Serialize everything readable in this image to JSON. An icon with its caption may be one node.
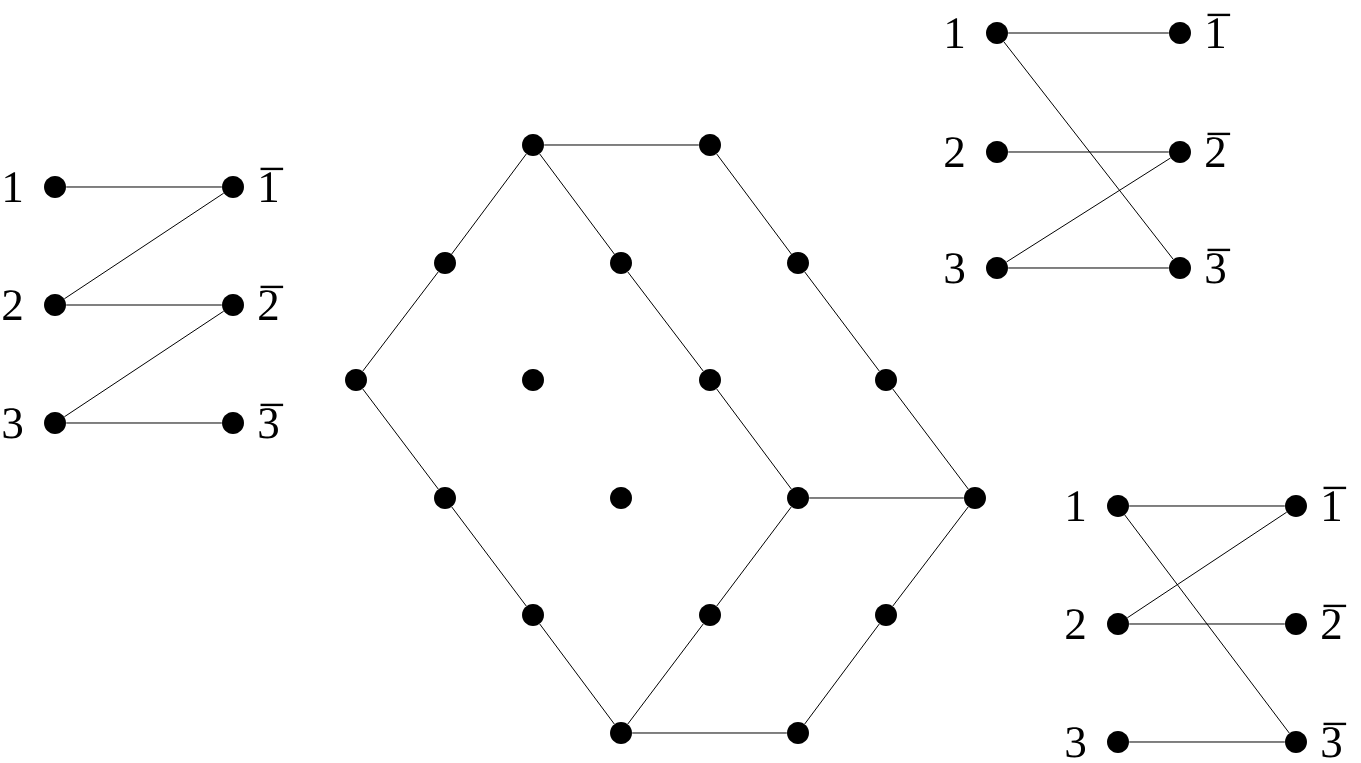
{
  "diagram": {
    "nodes": [
      {
        "text": [],
        "shape": "circle",
        "beside": [
          "1"
        ]
      },
      {
        "text": [],
        "shape": "circle",
        "beside": [
          "1̅"
        ]
      },
      {
        "text": [],
        "shape": "circle",
        "beside": [
          "2"
        ]
      },
      {
        "text": [],
        "shape": "circle",
        "beside": [
          "2̅"
        ]
      },
      {
        "text": [],
        "shape": "circle",
        "beside": [
          "3"
        ]
      },
      {
        "text": [],
        "shape": "circle",
        "beside": [
          "3̅"
        ]
      },
      {
        "text": [],
        "shape": "circle"
      },
      {
        "text": [],
        "shape": "circle"
      },
      {
        "text": [],
        "shape": "circle"
      },
      {
        "text": [],
        "shape": "circle"
      },
      {
        "text": [],
        "shape": "circle"
      },
      {
        "text": [],
        "shape": "circle"
      },
      {
        "text": [],
        "shape": "circle"
      },
      {
        "text": [],
        "shape": "circle"
      },
      {
        "text": [],
        "shape": "circle"
      },
      {
        "text": [],
        "shape": "circle"
      },
      {
        "text": [],
        "shape": "circle"
      },
      {
        "text": [],
        "shape": "circle"
      },
      {
        "text": [],
        "shape": "circle"
      },
      {
        "text": [],
        "shape": "circle"
      },
      {
        "text": [],
        "shape": "circle"
      },
      {
        "text": [],
        "shape": "circle"
      },
      {
        "text": [],
        "shape": "circle"
      },
      {
        "text": [],
        "shape": "circle"
      },
      {
        "text": [],
        "shape": "circle",
        "beside": [
          "1"
        ]
      },
      {
        "text": [],
        "shape": "circle",
        "beside": [
          "1̅"
        ]
      },
      {
        "text": [],
        "shape": "circle",
        "beside": [
          "2"
        ]
      },
      {
        "text": [],
        "shape": "circle",
        "beside": [
          "2̅"
        ]
      },
      {
        "text": [],
        "shape": "circle",
        "beside": [
          "3"
        ]
      },
      {
        "text": [],
        "shape": "circle",
        "beside": [
          "3̅"
        ]
      },
      {
        "text": [],
        "shape": "circle",
        "beside": [
          "1"
        ]
      },
      {
        "text": [],
        "shape": "circle",
        "beside": [
          "1̅"
        ]
      },
      {
        "text": [],
        "shape": "circle",
        "beside": [
          "2"
        ]
      },
      {
        "text": [],
        "shape": "circle",
        "beside": [
          "2̅"
        ]
      },
      {
        "text": [],
        "shape": "circle",
        "beside": [
          "3"
        ]
      },
      {
        "text": [],
        "shape": "circle",
        "beside": [
          "3̅"
        ]
      }
    ],
    "edges": [
      {
        "from": 0,
        "to": 1,
        "arrow": "none"
      },
      {
        "from": 2,
        "to": 1,
        "arrow": "none"
      },
      {
        "from": 2,
        "to": 3,
        "arrow": "none"
      },
      {
        "from": 4,
        "to": 3,
        "arrow": "none"
      },
      {
        "from": 4,
        "to": 5,
        "arrow": "none"
      },
      {
        "from": 6,
        "to": 7,
        "arrow": "none"
      },
      {
        "from": 6,
        "to": 8,
        "arrow": "none"
      },
      {
        "from": 8,
        "to": 11,
        "arrow": "none"
      },
      {
        "from": 11,
        "to": 15,
        "arrow": "none"
      },
      {
        "from": 15,
        "to": 19,
        "arrow": "none"
      },
      {
        "from": 19,
        "to": 22,
        "arrow": "none"
      },
      {
        "from": 22,
        "to": 23,
        "arrow": "none"
      },
      {
        "from": 23,
        "to": 21,
        "arrow": "none"
      },
      {
        "from": 21,
        "to": 18,
        "arrow": "none"
      },
      {
        "from": 18,
        "to": 14,
        "arrow": "none"
      },
      {
        "from": 14,
        "to": 10,
        "arrow": "none"
      },
      {
        "from": 10,
        "to": 7,
        "arrow": "none"
      },
      {
        "from": 6,
        "to": 9,
        "arrow": "none"
      },
      {
        "from": 9,
        "to": 13,
        "arrow": "none"
      },
      {
        "from": 13,
        "to": 17,
        "arrow": "none"
      },
      {
        "from": 17,
        "to": 18,
        "arrow": "none"
      },
      {
        "from": 17,
        "to": 20,
        "arrow": "none"
      },
      {
        "from": 20,
        "to": 22,
        "arrow": "none"
      },
      {
        "from": 24,
        "to": 25,
        "arrow": "none"
      },
      {
        "from": 24,
        "to": 29,
        "arrow": "none"
      },
      {
        "from": 26,
        "to": 27,
        "arrow": "none"
      },
      {
        "from": 28,
        "to": 27,
        "arrow": "none"
      },
      {
        "from": 28,
        "to": 29,
        "arrow": "none"
      },
      {
        "from": 30,
        "to": 31,
        "arrow": "none"
      },
      {
        "from": 30,
        "to": 35,
        "arrow": "none"
      },
      {
        "from": 32,
        "to": 31,
        "arrow": "none"
      },
      {
        "from": 32,
        "to": 33,
        "arrow": "none"
      },
      {
        "from": 34,
        "to": 35,
        "arrow": "none"
      }
    ]
  }
}
